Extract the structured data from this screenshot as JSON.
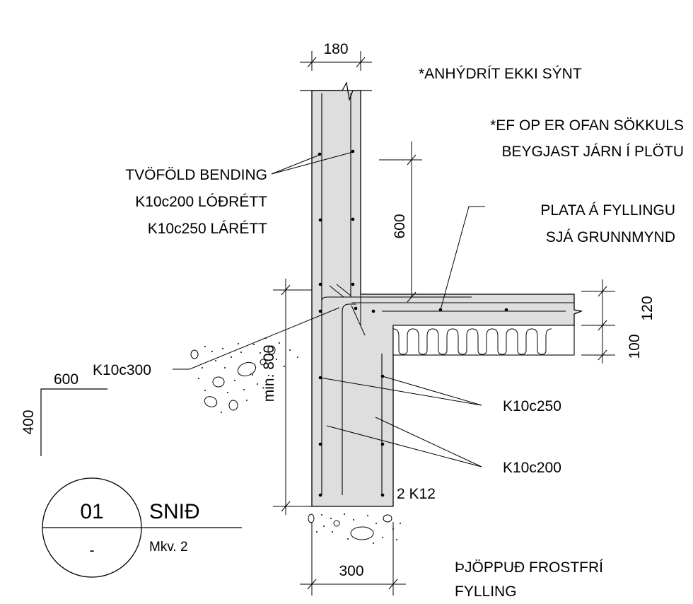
{
  "notes": {
    "anhydrit": "*ANHÝDRÍT EKKI SÝNT",
    "opening_line1": "*EF OP ER OFAN SÖKKULS",
    "opening_line2": "BEYGJAST JÁRN Í PLÖTU"
  },
  "wall_rebar": {
    "line1": "TVÖFÖLD BENDING",
    "line2": "K10c200 LÓÐRÉTT",
    "line3": "K10c250 LÁRÉTT"
  },
  "slab_note": {
    "line1": "PLATA Á FYLLINGU",
    "line2": "SJÁ GRUNNMYND"
  },
  "rebar_labels": {
    "corner": "K10c300",
    "horizontal": "K10c250",
    "vertical": "K10c200",
    "bottom": "2 K12"
  },
  "dimensions": {
    "wall_width": "180",
    "footing_width": "300",
    "lap_length": "600",
    "slab_thickness": "120",
    "insulation": "100",
    "min_depth": "min. 800",
    "bend_horizontal": "600",
    "bend_vertical": "400"
  },
  "fill_note": {
    "line1": "ÞJÖPPUÐ FROSTFRÍ",
    "line2": "FYLLING"
  },
  "title_block": {
    "number": "01",
    "sub": "-",
    "title": "SNIÐ",
    "scale": "Mkv. 2"
  }
}
